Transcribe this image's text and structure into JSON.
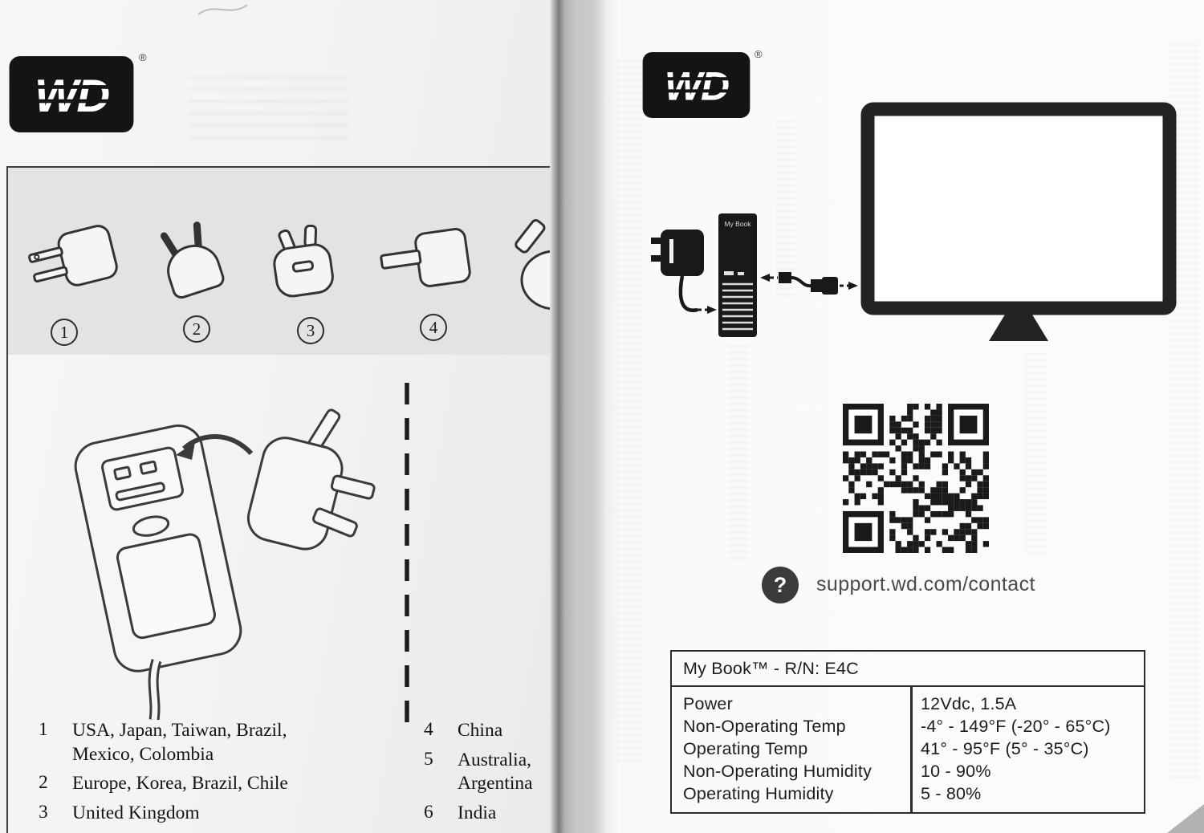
{
  "brand": {
    "logo_text": "WD",
    "registered_mark": "®"
  },
  "left_page": {
    "plug_numbers": [
      "1",
      "2",
      "3",
      "4"
    ],
    "regions": {
      "col1": [
        {
          "num": "1",
          "label": "USA, Japan, Taiwan, Brazil, Mexico, Colombia"
        },
        {
          "num": "2",
          "label": "Europe, Korea, Brazil, Chile"
        },
        {
          "num": "3",
          "label": "United Kingdom"
        }
      ],
      "col2": [
        {
          "num": "4",
          "label": "China"
        },
        {
          "num": "5",
          "label": "Australia, Argentina"
        },
        {
          "num": "6",
          "label": "India"
        }
      ]
    }
  },
  "right_page": {
    "device_label": "My Book",
    "support": {
      "icon": "?",
      "url": "support.wd.com/contact"
    },
    "spec_table": {
      "title": "My Book™ - R/N: E4C",
      "rows": [
        {
          "name": "Power",
          "value": "12Vdc, 1.5A"
        },
        {
          "name": "Non-Operating Temp",
          "value": "-4° - 149°F (-20° - 65°C)"
        },
        {
          "name": "Operating Temp",
          "value": "41° - 95°F (5° - 35°C)"
        },
        {
          "name": "Non-Operating Humidity",
          "value": "10 - 90%"
        },
        {
          "name": "Operating Humidity",
          "value": "5 - 80%"
        }
      ]
    }
  },
  "colors": {
    "ink": "#1a1a1a",
    "paper": "#fbfaf9",
    "logo_bg": "#141414"
  }
}
